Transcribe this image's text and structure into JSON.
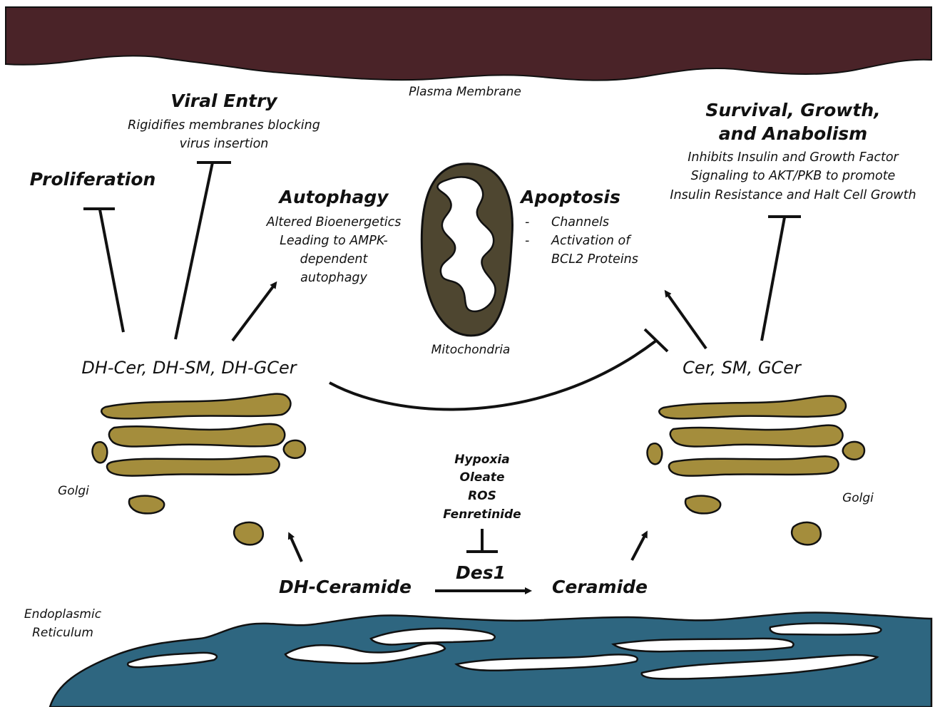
{
  "colors": {
    "membrane": "#4a2328",
    "golgi": "#a48d3c",
    "mitochondria": "#4e4630",
    "er": "#2e6680",
    "stroke": "#111111"
  },
  "labels": {
    "plasma_membrane": "Plasma Membrane",
    "mitochondria": "Mitochondria",
    "golgi_left": "Golgi",
    "golgi_right": "Golgi",
    "er_line1": "Endoplasmic",
    "er_line2": "Reticulum"
  },
  "outcomes": {
    "proliferation": {
      "title": "Proliferation"
    },
    "viral_entry": {
      "title": "Viral Entry",
      "desc": [
        "Rigidifies membranes blocking",
        "virus insertion"
      ]
    },
    "autophagy": {
      "title": "Autophagy",
      "desc": [
        "Altered Bioenergetics",
        "Leading to AMPK-",
        "dependent",
        "autophagy"
      ]
    },
    "apoptosis": {
      "title": "Apoptosis",
      "bullet": "-",
      "desc": [
        "Channels",
        "Activation of",
        "BCL2 Proteins"
      ]
    },
    "survival": {
      "title_line1": "Survival, Growth,",
      "title_line2": "and Anabolism",
      "desc": [
        "Inhibits Insulin and Growth Factor",
        "Signaling to AKT/PKB to promote",
        "Insulin Resistance and Halt Cell Growth"
      ]
    }
  },
  "lipids": {
    "dh_complex": "DH-Cer, DH-SM, DH-GCer",
    "complex": "Cer, SM, GCer",
    "dh_ceramide": "DH-Ceramide",
    "ceramide": "Ceramide",
    "enzyme": "Des1"
  },
  "inhibitors": [
    "Hypoxia",
    "Oleate",
    "ROS",
    "Fenretinide"
  ]
}
